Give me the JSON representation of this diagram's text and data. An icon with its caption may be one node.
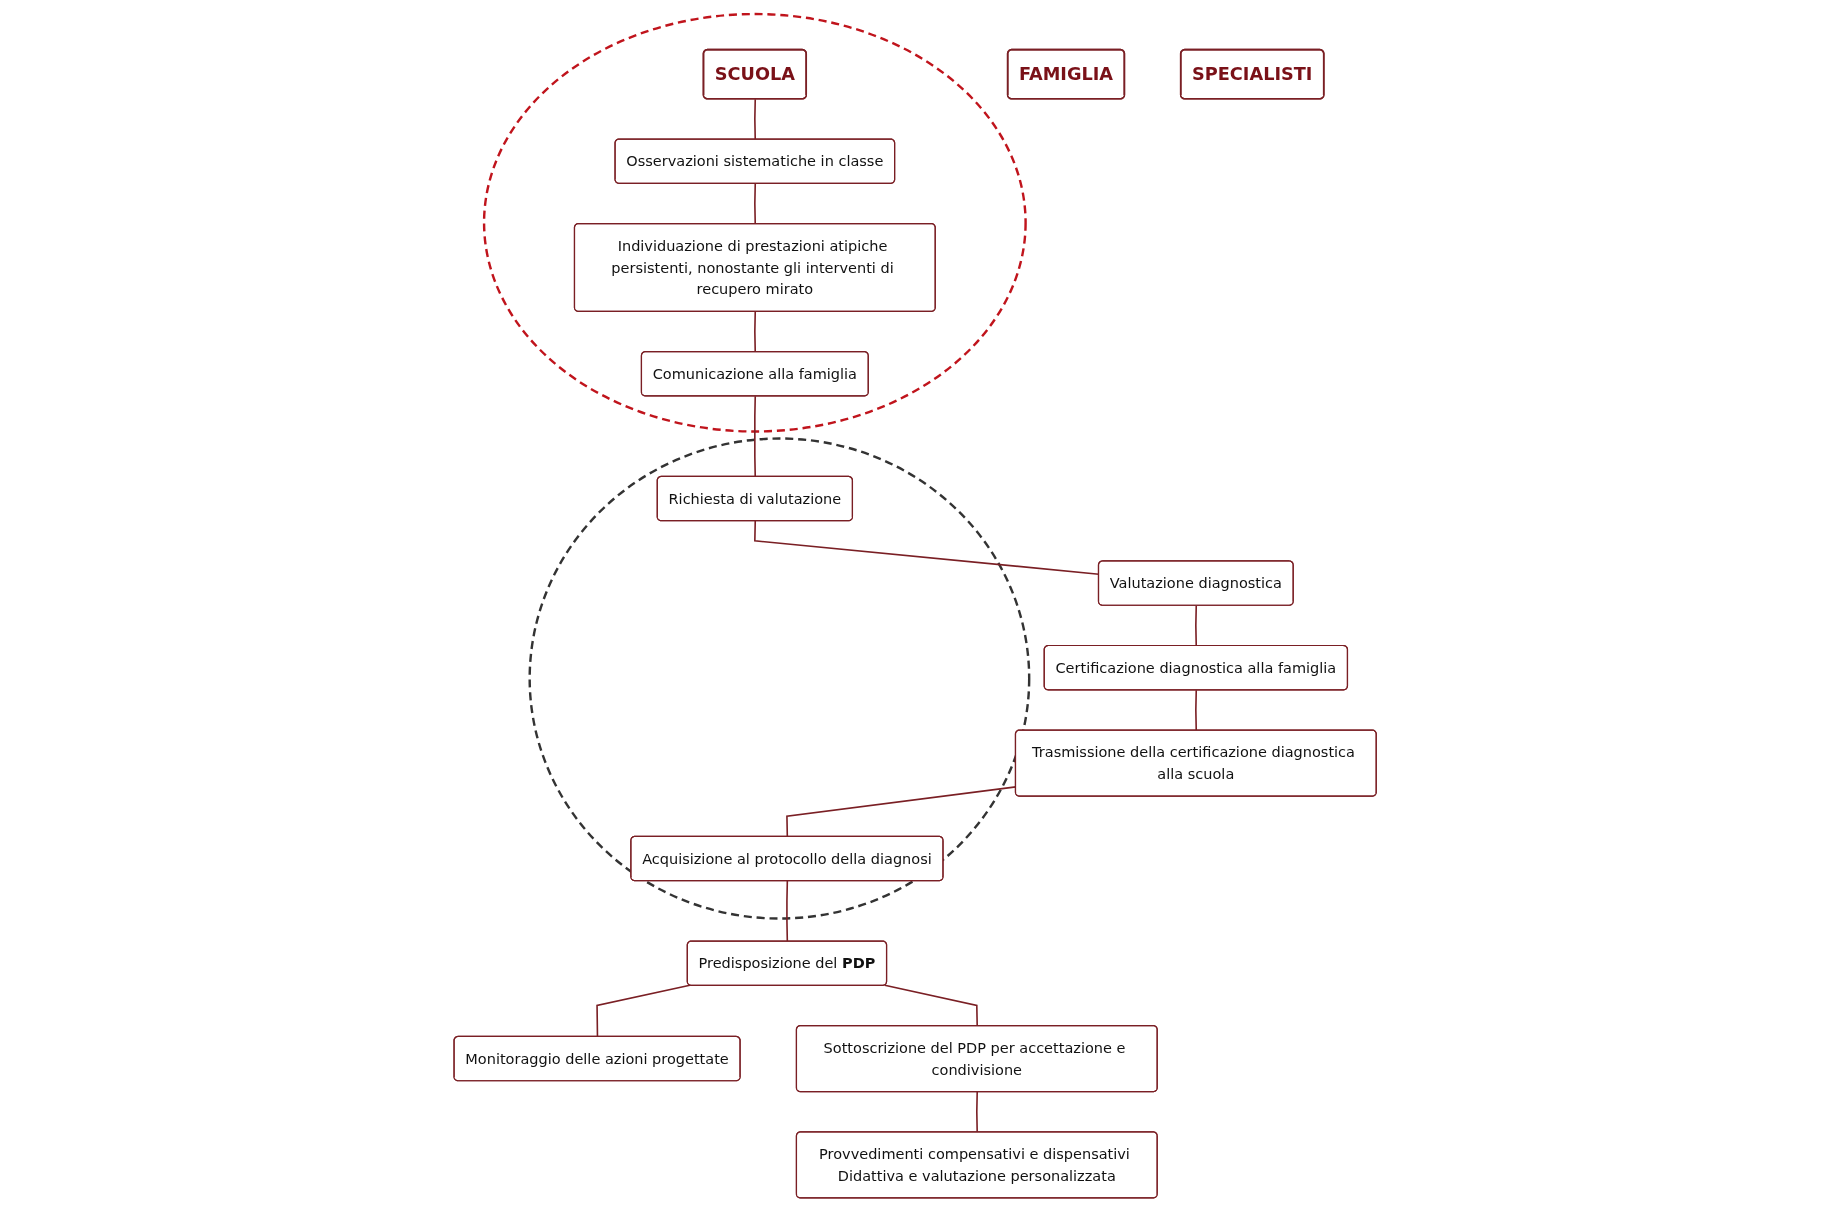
{
  "diagram": {
    "nodes": [
      {
        "text": [],
        "shape": "circle"
      },
      {
        "text": [
          "SCUOLA"
        ],
        "in": 0
      },
      {
        "text": [
          "FAMIGLIA"
        ]
      },
      {
        "text": [
          "SPECIALISTI"
        ]
      },
      {
        "text": [
          "Osservazioni sistematiche in classe"
        ],
        "in": 0
      },
      {
        "text": [
          "Individuazione di prestazioni atipiche persistenti, nonostante gli interventi di recupero mirato"
        ],
        "in": 0
      },
      {
        "text": [
          "Comunicazione alla famiglia"
        ],
        "in": 0
      },
      {
        "text": [],
        "shape": "circle"
      },
      {
        "text": [
          "Richiesta di valutazione"
        ],
        "in": 7
      },
      {
        "text": [
          "Valutazione diagnostica"
        ]
      },
      {
        "text": [
          "Certificazione diagnostica alla famiglia"
        ]
      },
      {
        "text": [
          "Monitoraggio delle azioni progettate"
        ]
      },
      {
        "text": [
          "Predisposizione del **PDP**"
        ]
      },
      {
        "text": [
          "Acquisizione al protocollo della diagnosi"
        ],
        "in": 7
      },
      {
        "text": [
          "Trasmissione della certificazione diagnostica alla scuola"
        ]
      },
      {
        "text": [
          "Sottoscrizione del PDP per accettazione e condivisione"
        ]
      },
      {
        "text": [
          "Provvedimenti compensativi e dispensativi Didattiva e valutazione personalizzata"
        ]
      }
    ],
    "edges": [
      {
        "from": 1,
        "to": 4,
        "arrow": "none"
      },
      {
        "from": 4,
        "to": 5,
        "arrow": "none"
      },
      {
        "from": 5,
        "to": 6,
        "arrow": "none"
      },
      {
        "from": 6,
        "to": 8,
        "arrow": "none"
      },
      {
        "from": 8,
        "to": 9,
        "arrow": "none"
      },
      {
        "from": 9,
        "to": 10,
        "arrow": "none"
      },
      {
        "from": 10,
        "to": 14,
        "arrow": "none"
      },
      {
        "from": 14,
        "to": 13,
        "arrow": "none"
      },
      {
        "from": 13,
        "to": 12,
        "arrow": "none"
      },
      {
        "from": 12,
        "to": 11,
        "arrow": "none"
      },
      {
        "from": 12,
        "to": 15,
        "arrow": "none"
      },
      {
        "from": 15,
        "to": 16,
        "arrow": "none"
      }
    ]
  }
}
